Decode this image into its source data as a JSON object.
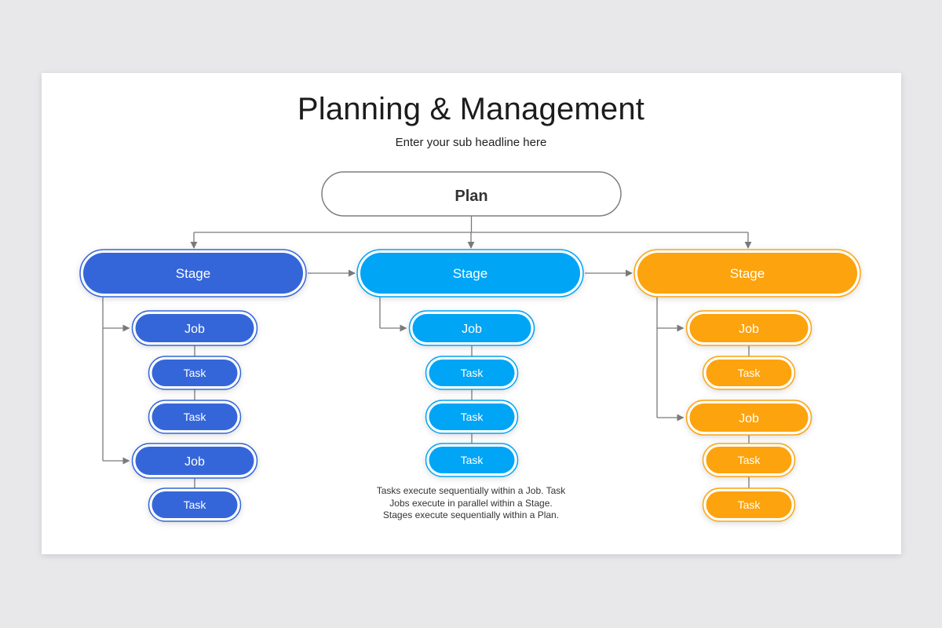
{
  "slide": {
    "title": "Planning & Management",
    "subtitle": "Enter your sub headline here"
  },
  "plan": {
    "label": "Plan",
    "border_color": "#7f7f7f"
  },
  "columns": [
    {
      "stage_label": "Stage",
      "color": "#3566d9",
      "items": [
        {
          "type": "job",
          "label": "Job"
        },
        {
          "type": "task",
          "label": "Task"
        },
        {
          "type": "task",
          "label": "Task"
        },
        {
          "type": "job",
          "label": "Job"
        },
        {
          "type": "task",
          "label": "Task"
        }
      ]
    },
    {
      "stage_label": "Stage",
      "color": "#00a5f5",
      "items": [
        {
          "type": "job",
          "label": "Job"
        },
        {
          "type": "task",
          "label": "Task"
        },
        {
          "type": "task",
          "label": "Task"
        },
        {
          "type": "task",
          "label": "Task"
        }
      ]
    },
    {
      "stage_label": "Stage",
      "color": "#fca30f",
      "items": [
        {
          "type": "job",
          "label": "Job"
        },
        {
          "type": "task",
          "label": "Task"
        },
        {
          "type": "job",
          "label": "Job"
        },
        {
          "type": "task",
          "label": "Task"
        },
        {
          "type": "task",
          "label": "Task"
        }
      ]
    }
  ],
  "note": {
    "lines": [
      "Tasks execute  sequentially within a Job. Task",
      "Jobs execute  in parallel within a Stage.",
      "Stages execute sequentially within a Plan."
    ]
  },
  "colors": {
    "connector": "#7a7a7a",
    "background": "#e8e7e9"
  }
}
